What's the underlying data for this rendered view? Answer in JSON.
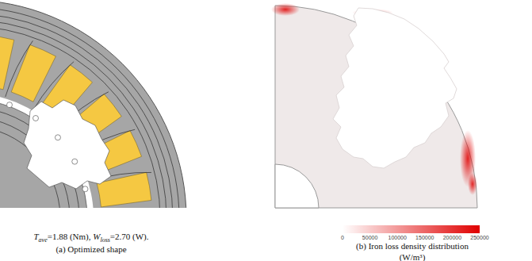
{
  "diagram": {
    "labels": [
      "T",
      "ave",
      "=1.88 (Nm), ",
      "W",
      "loss",
      "=2.70 (W).",
      "(a) Optimized shape",
      "0",
      "50000",
      "100000",
      "150000",
      "200000",
      "250000",
      "(b) Iron loss density distribution",
      "(W/m³)"
    ]
  }
}
